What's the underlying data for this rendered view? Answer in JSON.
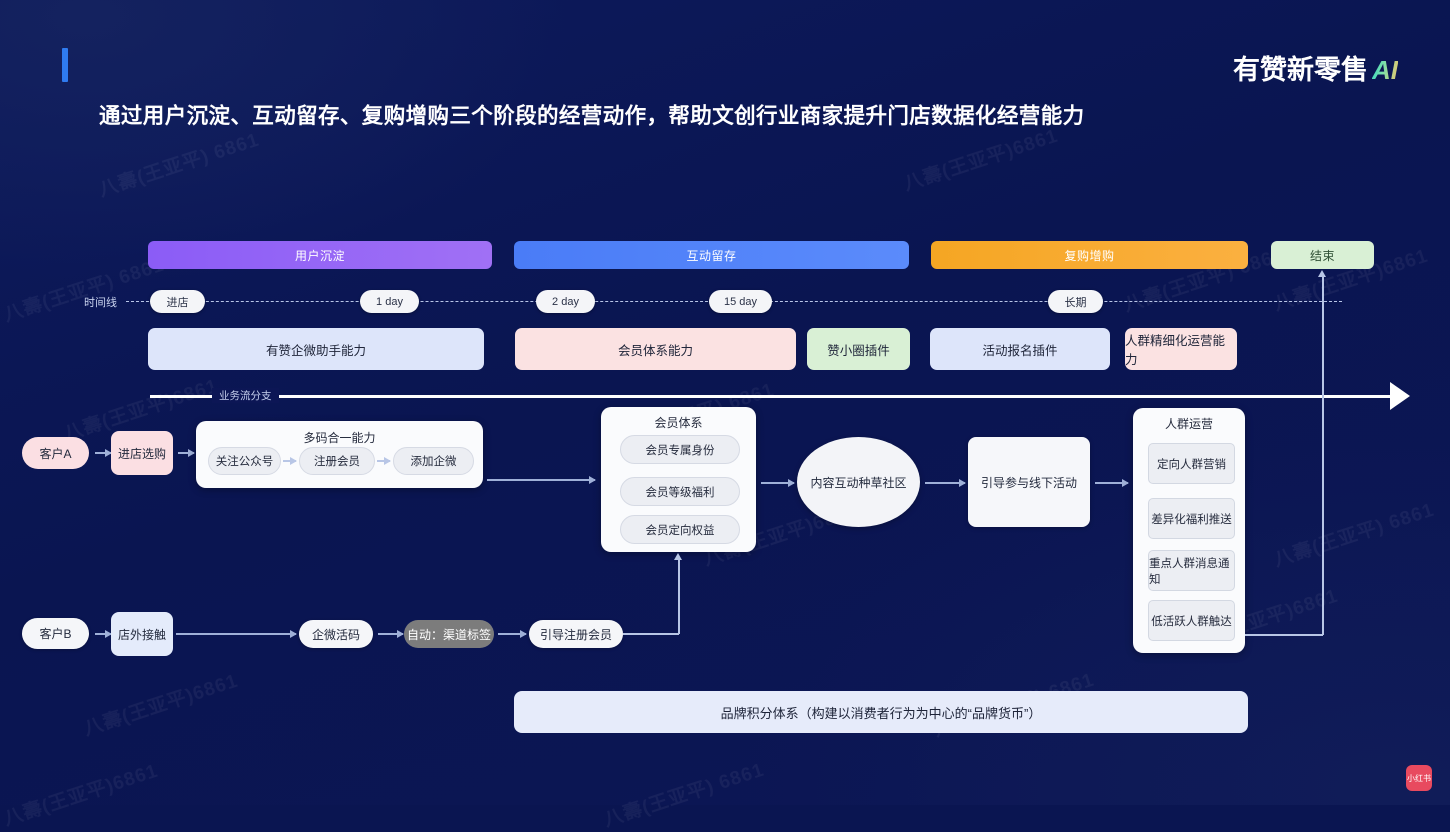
{
  "header": {
    "title": "通过用户沉淀、互动留存、复购增购三个阶段的经营动作，帮助文创行业商家提升门店数据化经营能力",
    "logo_main": "有赞新零售",
    "logo_ai": "AI",
    "accent_color": "#2f7bf0"
  },
  "stages": [
    {
      "label": "用户沉淀",
      "color": "#8b5cf6"
    },
    {
      "label": "互动留存",
      "color": "#4a7cf7"
    },
    {
      "label": "复购增购",
      "color": "#f5a623"
    },
    {
      "label": "结束",
      "color": "#d9f0d5"
    }
  ],
  "timeline": {
    "label": "时间线",
    "pills": [
      "进店",
      "1 day",
      "2 day",
      "15 day",
      "长期"
    ]
  },
  "capabilities": [
    {
      "label": "有赞企微助手能力",
      "color": "#dde5fa"
    },
    {
      "label": "会员体系能力",
      "color": "#fbe2e2"
    },
    {
      "label": "赞小圈插件",
      "color": "#d9f0d5"
    },
    {
      "label": "活动报名插件",
      "color": "#dde5fa"
    },
    {
      "label": "人群精细化运营能力",
      "color": "#fbe2e2"
    }
  ],
  "flow_axis": {
    "label": "业务流分支"
  },
  "flow_a": {
    "customer": "客户A",
    "step1": "进店选购",
    "group_title": "多码合一能力",
    "group_steps": [
      "关注公众号",
      "注册会员",
      "添加企微"
    ]
  },
  "member_system": {
    "title": "会员体系",
    "items": [
      "会员专属身份",
      "会员等级福利",
      "会员定向权益"
    ]
  },
  "community_node": "内容互动种草社区",
  "offline_node": "引导参与线下活动",
  "crowd_ops": {
    "title": "人群运营",
    "items": [
      "定向人群营销",
      "差异化福利推送",
      "重点人群消息通知",
      "低活跃人群触达"
    ]
  },
  "flow_b": {
    "customer": "客户B",
    "steps": [
      "店外接触",
      "企微活码",
      "自动：渠道标签",
      "引导注册会员"
    ]
  },
  "banner": "品牌积分体系（构建以消费者行为为中心的“品牌货币”）",
  "watermarks": [
    "八壽(王亚平) 6861",
    "八壽(王亚平)6861",
    "小红书"
  ]
}
